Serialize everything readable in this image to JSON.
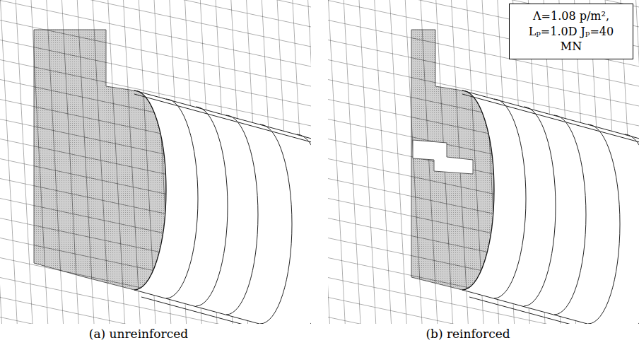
{
  "diagram": {
    "nodes": [
      {
        "text": [
          "Λ=1.08 p/m², Lₚ=1.0D Jₚ=40 MN"
        ]
      }
    ],
    "labels": [
      "(a) unreinforced",
      "(b) reinforced"
    ]
  }
}
